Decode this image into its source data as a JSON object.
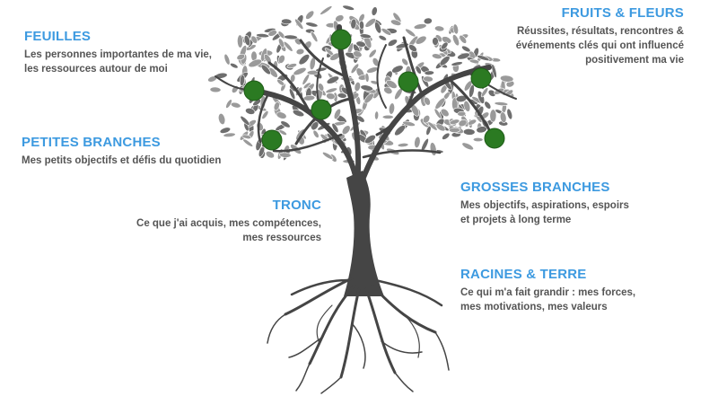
{
  "colors": {
    "title": "#3d9ae0",
    "description": "#555555",
    "trunk": "#454545",
    "leaf": "#9a9a9a",
    "leaf_dark": "#6e6e6e",
    "fruit": "#2b7a22"
  },
  "labels": {
    "fruits": {
      "title": "FRUITS & FLEURS",
      "lines": [
        "Réussites, résultats, rencontres &",
        "événements clés qui ont influencé",
        "positivement ma vie"
      ]
    },
    "feuilles": {
      "title": "FEUILLES",
      "lines": [
        "Les personnes importantes de ma vie,",
        "les ressources autour de moi"
      ]
    },
    "petites_branches": {
      "title": "PETITES BRANCHES",
      "lines": [
        "Mes petits objectifs et défis du quotidien"
      ]
    },
    "tronc": {
      "title": "TRONC",
      "lines": [
        "Ce que j'ai acquis, mes compétences,",
        "mes ressources"
      ]
    },
    "grosses_branches": {
      "title": "GROSSES BRANCHES",
      "lines": [
        "Mes objectifs, aspirations, espoirs",
        "et projets à long terme"
      ]
    },
    "racines": {
      "title": "RACINES & TERRE",
      "lines": [
        "Ce qui m'a fait grandir : mes forces,",
        "mes motivations, mes valeurs"
      ]
    }
  },
  "icons": {
    "tree": "tree-illustration-icon",
    "fruit": "fruit-circle-icon"
  }
}
